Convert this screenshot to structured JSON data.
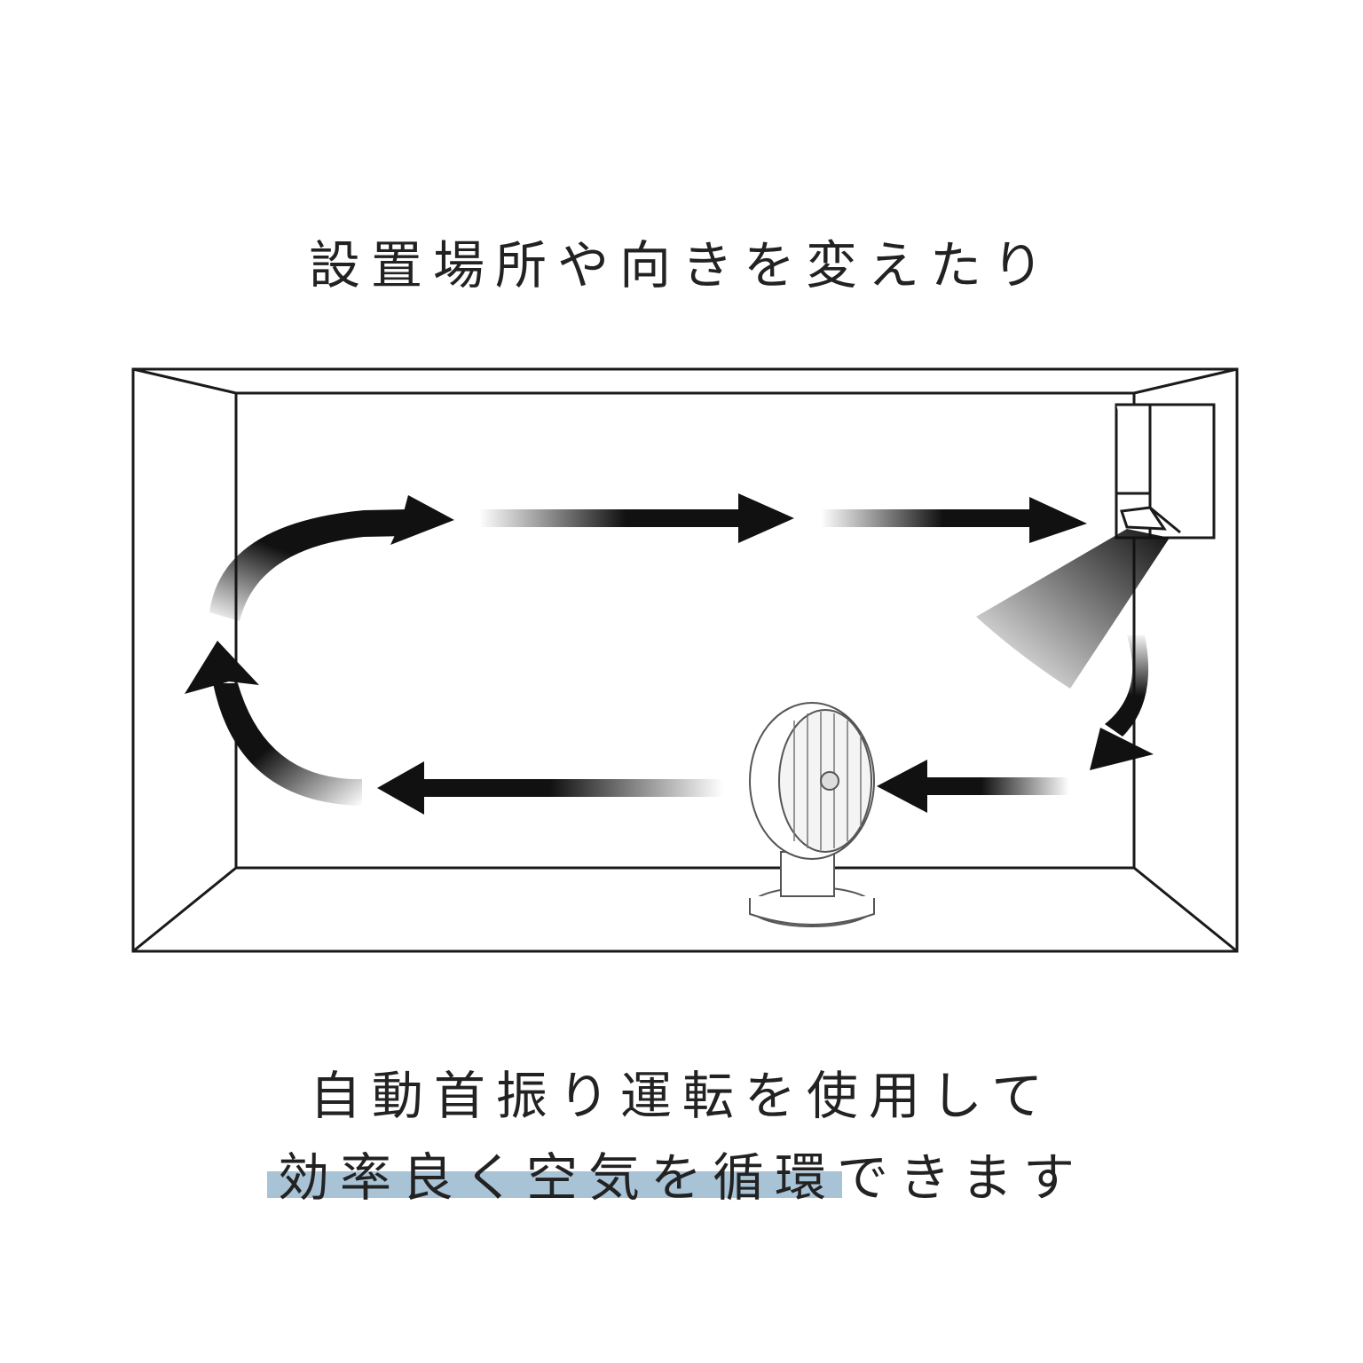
{
  "title": "設置場所や向きを変えたり",
  "caption": {
    "line1": "自動首振り運転を使用して",
    "line2_highlight": "効率良く空気を循環",
    "line2_rest": "できます"
  },
  "colors": {
    "text": "#222222",
    "highlight": "#a9c3d6",
    "arrow": "#111111",
    "outline": "#1a1a1a"
  },
  "icons": {
    "air_conditioner": "air-conditioner-icon",
    "circulator_fan": "circulator-fan-icon",
    "airflow_arrow": "airflow-arrow-icon"
  }
}
